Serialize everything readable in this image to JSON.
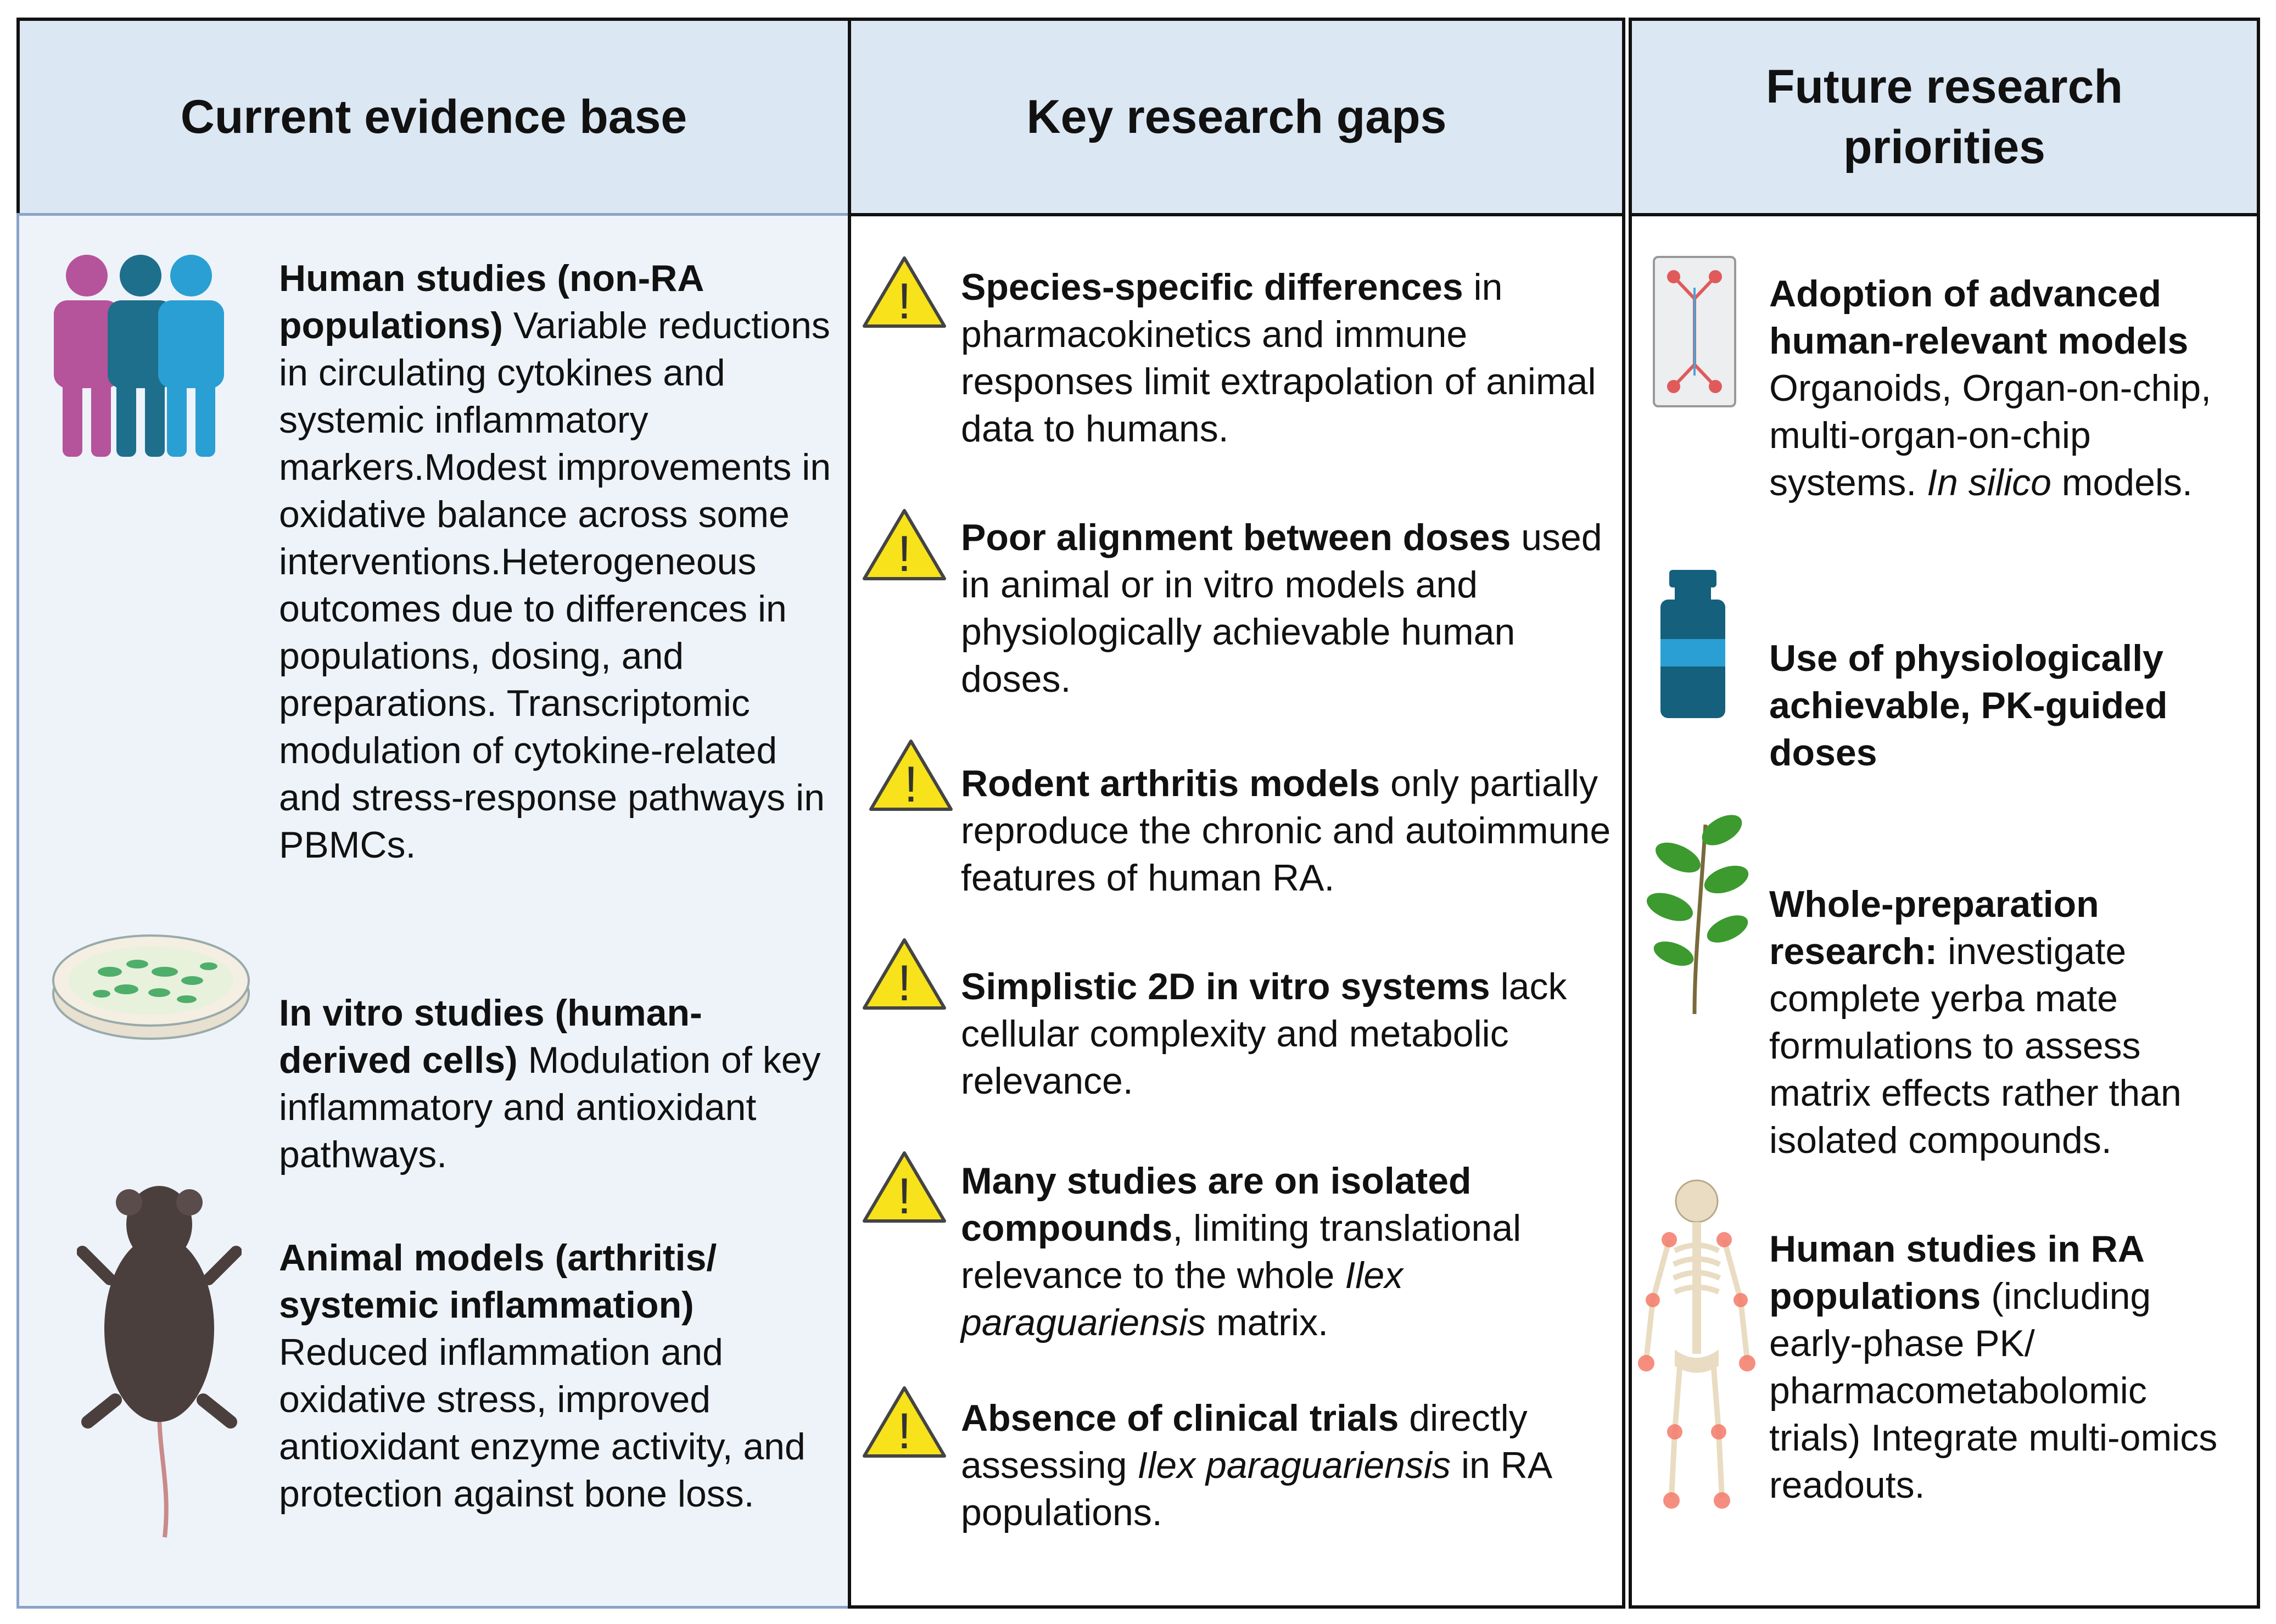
{
  "columns": {
    "current": {
      "title": "Current evidence base",
      "items": [
        {
          "bold": "Human studies (non-RA populations)",
          "text": " Variable reductions in circulating cytokines and systemic inflammatory markers.Modest improvements in oxidative balance across some interventions.Heterogeneous outcomes due to differences in populations, dosing, and preparations. Transcriptomic modulation of cytokine-related and stress-response pathways in PBMCs.",
          "icon": "people-icon"
        },
        {
          "bold": "In vitro studies (human-derived cells)",
          "text": " Modulation of key inflammatory and antioxidant pathways.",
          "icon": "petri-dish-icon"
        },
        {
          "bold": "Animal models (arthritis/ systemic inflammation)",
          "text": " Reduced inflammation and oxidative stress, improved antioxidant enzyme activity, and protection against bone loss.",
          "icon": "mouse-icon"
        }
      ]
    },
    "gaps": {
      "title": "Key research gaps",
      "items": [
        {
          "bold": "Species-specific differences",
          "text": " in pharmacokinetics and immune responses limit extrapolation of animal data to humans.",
          "italic": "",
          "tail": ""
        },
        {
          "bold": "Poor alignment between doses",
          "text": " used in animal or in vitro models and physiologically achievable human doses.",
          "italic": "",
          "tail": ""
        },
        {
          "bold": "Rodent arthritis models",
          "text": " only partially reproduce the chronic and autoimmune features of human RA.",
          "italic": "",
          "tail": ""
        },
        {
          "bold": "Simplistic 2D in vitro systems",
          "text": " lack cellular complexity and metabolic relevance.",
          "italic": "",
          "tail": ""
        },
        {
          "bold": "Many studies are on isolated compounds",
          "text": ", limiting translational relevance to the whole ",
          "italic": "Ilex paraguariensis",
          "tail": " matrix."
        },
        {
          "bold": "Absence of clinical trials",
          "text": " directly assessing ",
          "italic": "Ilex paraguariensis",
          "tail": " in RA populations."
        }
      ],
      "icon": "warning-icon"
    },
    "future": {
      "title": "Future research priorities",
      "items": [
        {
          "bold": "Adoption of advanced human-relevant models",
          "text": " Organoids, Organ-on-chip, multi-organ-on-chip systems. ",
          "italic": "In silico",
          "tail": " models.",
          "icon": "organ-chip-icon"
        },
        {
          "bold": "Use of physiologically achievable, PK-guided doses",
          "text": "",
          "italic": "",
          "tail": "",
          "icon": "vial-icon"
        },
        {
          "bold": "Whole-preparation research:",
          "text": " investigate complete yerba mate formulations to assess matrix effects rather than isolated compounds.",
          "italic": "",
          "tail": "",
          "icon": "plant-icon"
        },
        {
          "bold": "Human studies in RA populations",
          "text": " (including early-phase PK/ pharmacometabolomic trials) Integrate multi-omics readouts.",
          "italic": "",
          "tail": "",
          "icon": "skeleton-icon"
        }
      ]
    }
  },
  "colors": {
    "header_bg": "#dbe7f3",
    "col1_bg": "#eef3fa",
    "warning_yellow": "#f7e21b",
    "people_pink": "#b5549a",
    "people_teal": "#1e6f8c",
    "people_blue": "#2a9fd3",
    "vial_blue": "#15607d",
    "plant_green": "#3c9a2f"
  }
}
